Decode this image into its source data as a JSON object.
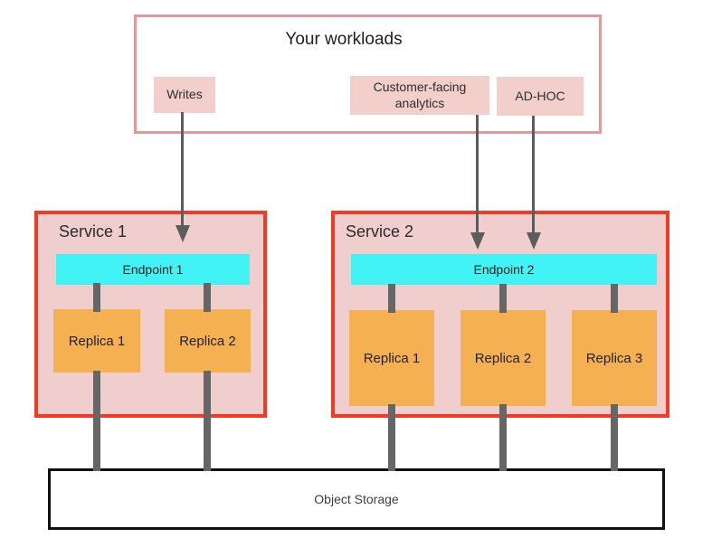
{
  "diagram": {
    "workloads": {
      "title": "Your workloads",
      "items": [
        {
          "label": "Writes"
        },
        {
          "label": "Customer-facing analytics"
        },
        {
          "label": "AD-HOC"
        }
      ]
    },
    "services": [
      {
        "title": "Service 1",
        "endpoint": "Endpoint 1",
        "replicas": [
          "Replica 1",
          "Replica 2"
        ]
      },
      {
        "title": "Service 2",
        "endpoint": "Endpoint 2",
        "replicas": [
          "Replica 1",
          "Replica 2",
          "Replica 3"
        ]
      }
    ],
    "storage": {
      "label": "Object Storage"
    },
    "colors": {
      "workloads_border": "#E59898",
      "label_bg": "#F3CFCC",
      "service_border": "#F43A26",
      "service_bg": "#F0CECD",
      "endpoint_bg": "#41F3F5",
      "replica_bg": "#F5B052",
      "connector": "#666666",
      "arrow": "#5C5C5C",
      "storage_border": "#111111"
    }
  }
}
